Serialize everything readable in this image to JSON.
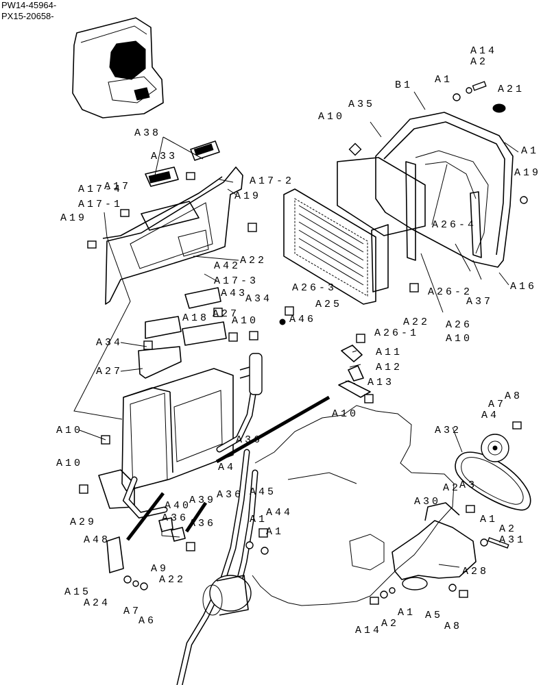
{
  "serials": [
    "PW14-45964-",
    "PX15-20658-"
  ],
  "callouts": [
    {
      "id": "a14-top",
      "text": "A14"
    },
    {
      "id": "a2-top",
      "text": "A2"
    },
    {
      "id": "a1-top",
      "text": "A1"
    },
    {
      "id": "b1",
      "text": "B1"
    },
    {
      "id": "a21",
      "text": "A21"
    },
    {
      "id": "a35",
      "text": "A35"
    },
    {
      "id": "a10-top",
      "text": "A10"
    },
    {
      "id": "a38",
      "text": "A38"
    },
    {
      "id": "a1-right",
      "text": "A1"
    },
    {
      "id": "a33",
      "text": "A33"
    },
    {
      "id": "a19-top",
      "text": "A19"
    },
    {
      "id": "a17-2",
      "text": "A17-2"
    },
    {
      "id": "a17-4",
      "text": "A17-4"
    },
    {
      "id": "a17",
      "text": "A17"
    },
    {
      "id": "a19-mid",
      "text": "A19"
    },
    {
      "id": "a17-1",
      "text": "A17-1"
    },
    {
      "id": "a19-left",
      "text": "A19"
    },
    {
      "id": "a26-4",
      "text": "A26-4"
    },
    {
      "id": "a22-top",
      "text": "A22"
    },
    {
      "id": "a42",
      "text": "A42"
    },
    {
      "id": "a17-3",
      "text": "A17-3"
    },
    {
      "id": "a16",
      "text": "A16"
    },
    {
      "id": "a26-3",
      "text": "A26-3"
    },
    {
      "id": "a26-2",
      "text": "A26-2"
    },
    {
      "id": "a43",
      "text": "A43"
    },
    {
      "id": "a34-top",
      "text": "A34"
    },
    {
      "id": "a37",
      "text": "A37"
    },
    {
      "id": "a25",
      "text": "A25"
    },
    {
      "id": "a18",
      "text": "A18"
    },
    {
      "id": "a27-top",
      "text": "A27"
    },
    {
      "id": "a10-mid",
      "text": "A10"
    },
    {
      "id": "a46",
      "text": "A46"
    },
    {
      "id": "a22-mid",
      "text": "A22"
    },
    {
      "id": "a26",
      "text": "A26"
    },
    {
      "id": "a26-1",
      "text": "A26-1"
    },
    {
      "id": "a10-right",
      "text": "A10"
    },
    {
      "id": "a34-left",
      "text": "A34"
    },
    {
      "id": "a11",
      "text": "A11"
    },
    {
      "id": "a27-left",
      "text": "A27"
    },
    {
      "id": "a12",
      "text": "A12"
    },
    {
      "id": "a13",
      "text": "A13"
    },
    {
      "id": "a8-top",
      "text": "A8"
    },
    {
      "id": "a7-top",
      "text": "A7"
    },
    {
      "id": "a10-center",
      "text": "A10"
    },
    {
      "id": "a4-top",
      "text": "A4"
    },
    {
      "id": "a10-left1",
      "text": "A10"
    },
    {
      "id": "a32",
      "text": "A32"
    },
    {
      "id": "a36-a",
      "text": "A36"
    },
    {
      "id": "a10-left2",
      "text": "A10"
    },
    {
      "id": "a4-mid",
      "text": "A4"
    },
    {
      "id": "a45",
      "text": "A45"
    },
    {
      "id": "a2-mid",
      "text": "A2"
    },
    {
      "id": "a3",
      "text": "A3"
    },
    {
      "id": "a30",
      "text": "A30"
    },
    {
      "id": "a29",
      "text": "A29"
    },
    {
      "id": "a40",
      "text": "A40"
    },
    {
      "id": "a39",
      "text": "A39"
    },
    {
      "id": "a36-b",
      "text": "A36"
    },
    {
      "id": "a44",
      "text": "A44"
    },
    {
      "id": "a1-lower",
      "text": "A1"
    },
    {
      "id": "a1-bottom",
      "text": "A1"
    },
    {
      "id": "a2-lower",
      "text": "A2"
    },
    {
      "id": "a48",
      "text": "A48"
    },
    {
      "id": "a36-c",
      "text": "A36"
    },
    {
      "id": "a36-d",
      "text": "A36"
    },
    {
      "id": "a1-pump",
      "text": "A1"
    },
    {
      "id": "a31",
      "text": "A31"
    },
    {
      "id": "a9",
      "text": "A9"
    },
    {
      "id": "a28",
      "text": "A28"
    },
    {
      "id": "a22-bottom",
      "text": "A22"
    },
    {
      "id": "a15",
      "text": "A15"
    },
    {
      "id": "a24",
      "text": "A24"
    },
    {
      "id": "a7-bottom",
      "text": "A7"
    },
    {
      "id": "a6",
      "text": "A6"
    },
    {
      "id": "a1-base",
      "text": "A1"
    },
    {
      "id": "a5",
      "text": "A5"
    },
    {
      "id": "a2-base",
      "text": "A2"
    },
    {
      "id": "a14-base",
      "text": "A14"
    },
    {
      "id": "a8-bottom",
      "text": "A8"
    }
  ]
}
